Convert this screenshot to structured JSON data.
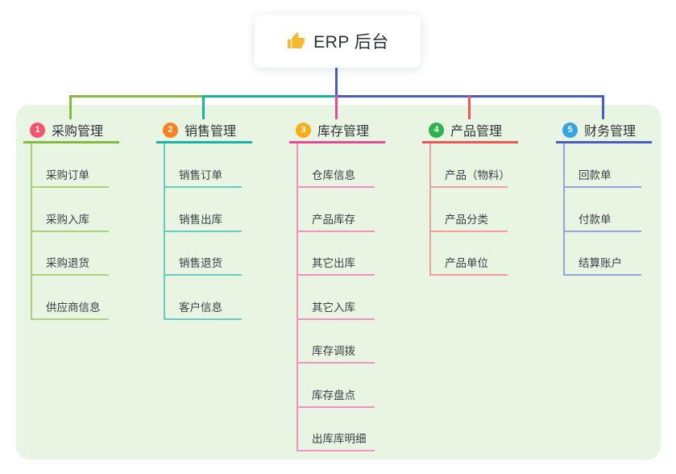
{
  "root": {
    "label": "ERP 后台",
    "icon": "thumbs-up-icon"
  },
  "colors": {
    "page_background": "#ffffff",
    "panel_background": "#e9f5e3",
    "root_connector": "#4a5dc7",
    "root_card_background": "#ffffff",
    "title_text": "#2f3338",
    "child_text": "#3a3f45",
    "thumb_icon": "#f5b82e"
  },
  "branches": [
    {
      "number": "1",
      "label": "采购管理",
      "badge_color": "#f4536e",
      "line_color": "#85bb41",
      "child_line_color": "#a8d378",
      "children": [
        "采购订单",
        "采购入库",
        "采购退货",
        "供应商信息"
      ]
    },
    {
      "number": "2",
      "label": "销售管理",
      "badge_color": "#f8821f",
      "line_color": "#17b3a3",
      "child_line_color": "#66ccc2",
      "children": [
        "销售订单",
        "销售出库",
        "销售退货",
        "客户信息"
      ]
    },
    {
      "number": "3",
      "label": "库存管理",
      "badge_color": "#fbad18",
      "line_color": "#e94a97",
      "child_line_color": "#f490bd",
      "children": [
        "仓库信息",
        "产品库存",
        "其它出库",
        "其它入库",
        "库存调拨",
        "库存盘点",
        "出库库明细"
      ]
    },
    {
      "number": "4",
      "label": "产品管理",
      "badge_color": "#2fb350",
      "line_color": "#f25355",
      "child_line_color": "#f59d9d",
      "children": [
        "产品（物料）",
        "产品分类",
        "产品单位"
      ]
    },
    {
      "number": "5",
      "label": "财务管理",
      "badge_color": "#36a4e0",
      "line_color": "#4a5dc7",
      "child_line_color": "#94a3dc",
      "children": [
        "回款单",
        "付款单",
        "结算账户"
      ]
    }
  ]
}
